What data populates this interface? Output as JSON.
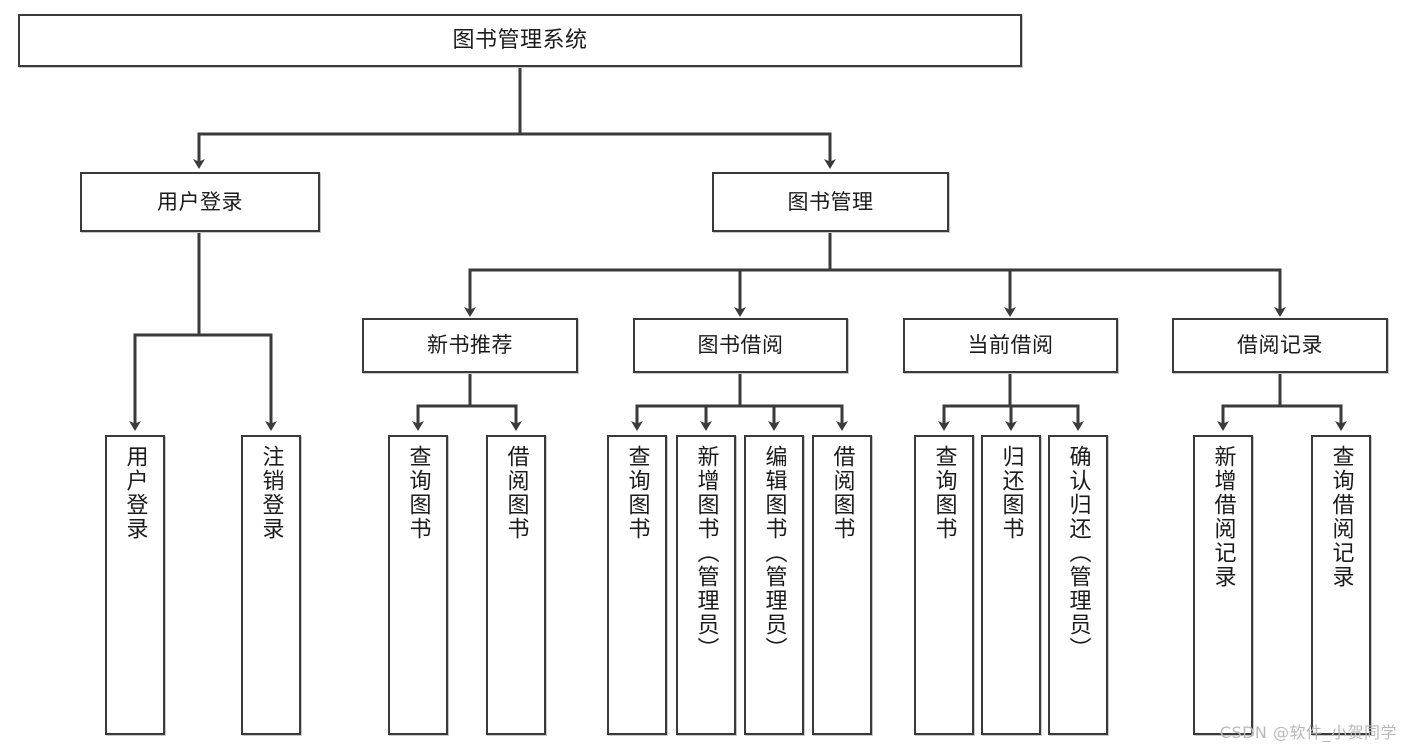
{
  "diagram": {
    "title": "图书管理系统",
    "type": "hierarchy-tree",
    "watermark": "CSDN @软件_小贺同学",
    "stroke_color": "#3a3a3a",
    "background_color": "#ffffff",
    "text_color": "#1b1b1b"
  },
  "nodes": {
    "root": {
      "label": "图书管理系统"
    },
    "level1": [
      {
        "label": "用户登录"
      },
      {
        "label": "图书管理"
      }
    ],
    "level2": [
      {
        "label": "新书推荐"
      },
      {
        "label": "图书借阅"
      },
      {
        "label": "当前借阅"
      },
      {
        "label": "借阅记录"
      }
    ],
    "leaves": {
      "user_login": [
        {
          "label": "用户登录"
        },
        {
          "label": "注销登录"
        }
      ],
      "new_book": [
        {
          "label": "查询图书"
        },
        {
          "label": "借阅图书"
        }
      ],
      "book_borrow": [
        {
          "label": "查询图书"
        },
        {
          "label": "新增图书（管理员）"
        },
        {
          "label": "编辑图书（管理员）"
        },
        {
          "label": "借阅图书"
        }
      ],
      "current_borrow": [
        {
          "label": "查询图书"
        },
        {
          "label": "归还图书"
        },
        {
          "label": "确认归还（管理员）"
        }
      ],
      "borrow_record": [
        {
          "label": "新增借阅记录"
        },
        {
          "label": "查询借阅记录"
        }
      ]
    }
  }
}
